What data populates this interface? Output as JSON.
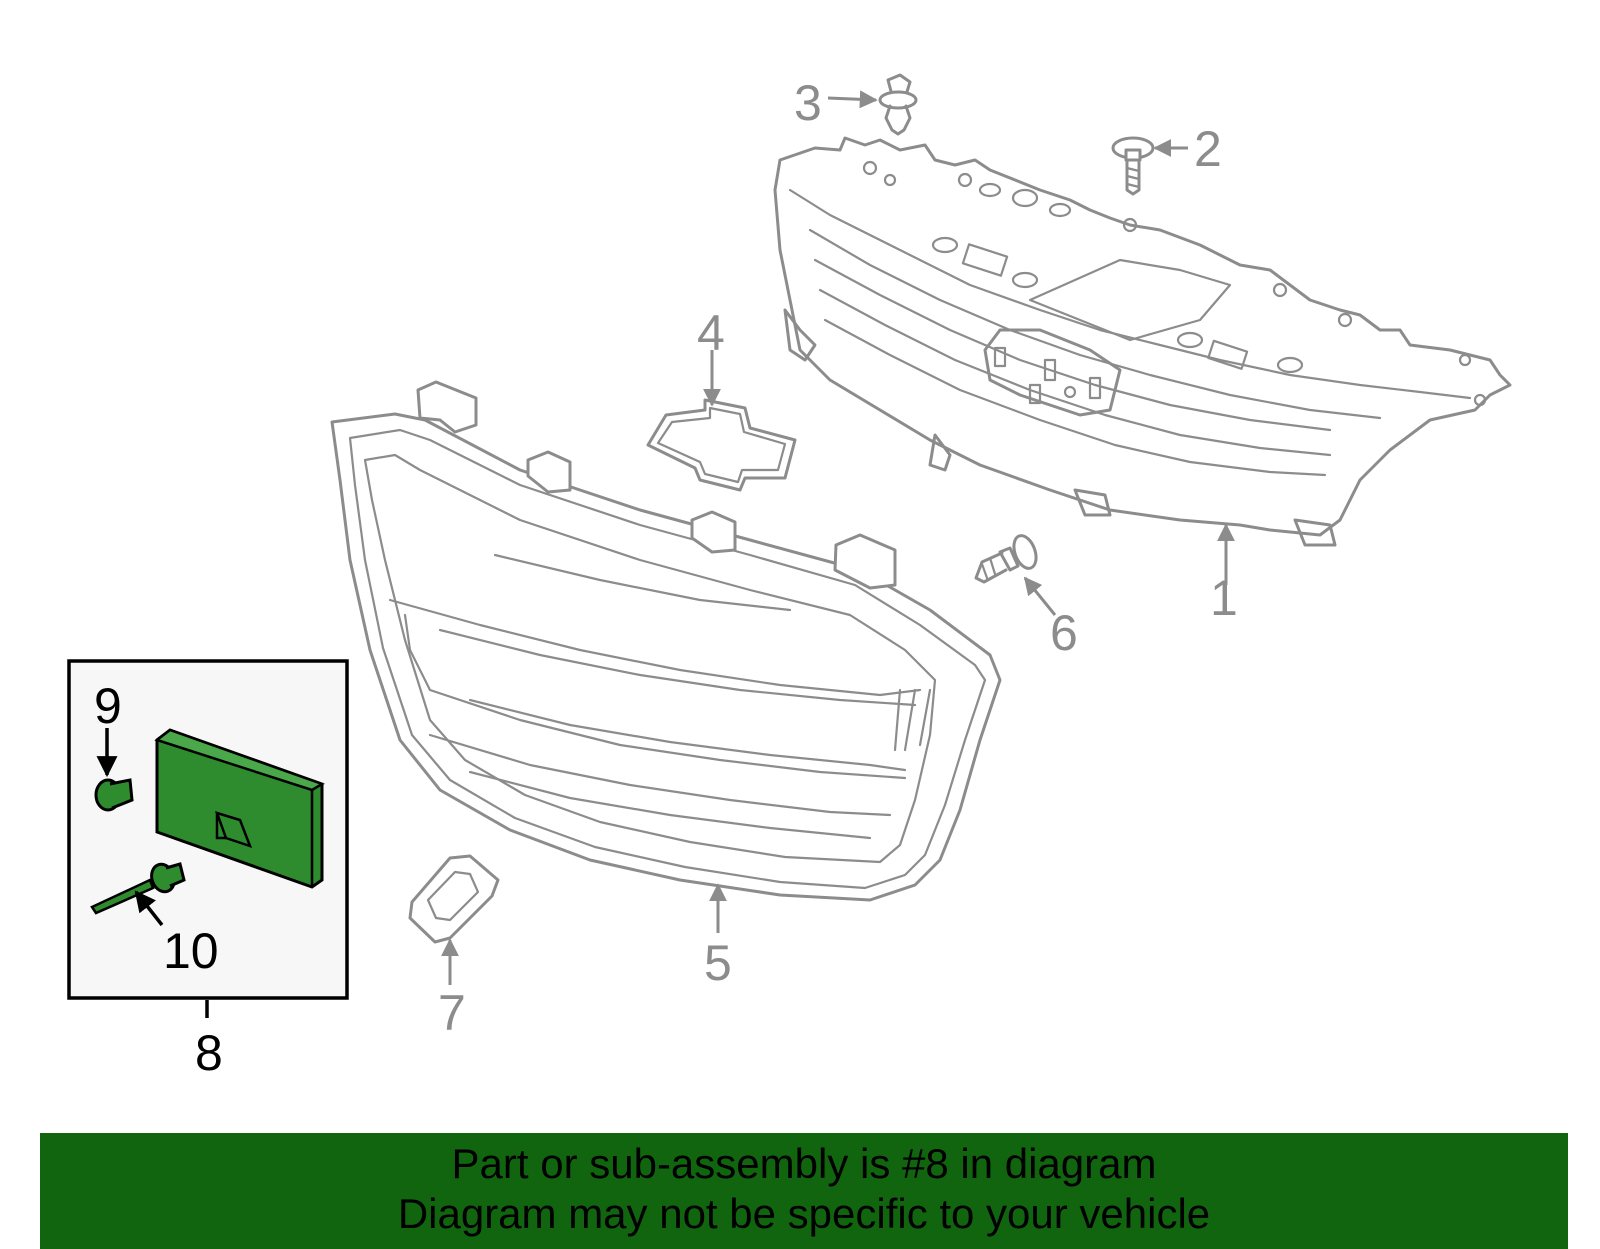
{
  "callouts": {
    "c1": "1",
    "c2": "2",
    "c3": "3",
    "c4": "4",
    "c5": "5",
    "c6": "6",
    "c7": "7",
    "c8": "8",
    "c9": "9",
    "c10": "10"
  },
  "banner": {
    "line1": "Part or sub-assembly is #8 in diagram",
    "line2": "Diagram may not be specific to your vehicle"
  },
  "colors": {
    "banner_background": "#11650f",
    "highlight_part": "#2e8b2e",
    "inactive_part": "#8c8c8c",
    "inset_background": "#f7f7f7"
  }
}
